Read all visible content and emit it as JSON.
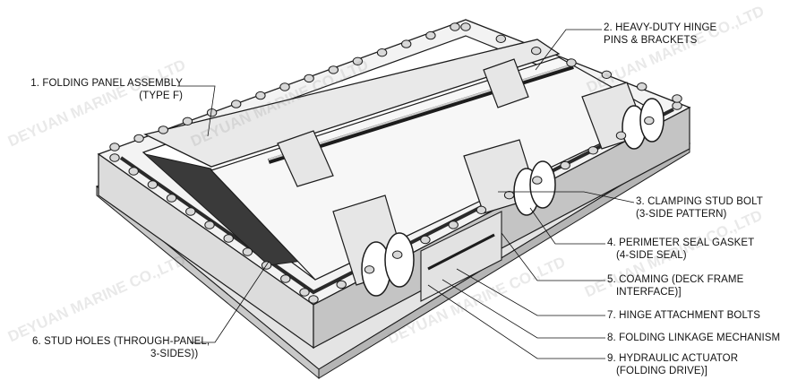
{
  "callouts": [
    {
      "id": "c1",
      "number": "1.",
      "line1": "FOLDING PANEL ASSEMBLY",
      "line2": "(TYPE F)"
    },
    {
      "id": "c2",
      "number": "2.",
      "line1": "HEAVY-DUTY HINGE",
      "line2": "PINS & BRACKETS"
    },
    {
      "id": "c3",
      "number": "3.",
      "line1": "CLAMPING STUD BOLT",
      "line2": "(3-SIDE PATTERN)"
    },
    {
      "id": "c4",
      "number": "4.",
      "line1": "PERIMETER SEAL GASKET",
      "line2": "(4-SIDE SEAL)"
    },
    {
      "id": "c5",
      "number": "5.",
      "line1": "COAMING (DECK FRAME",
      "line2": "INTERFACE)]"
    },
    {
      "id": "c6",
      "number": "6.",
      "line1": "STUD HOLES (THROUGH-PANEL,",
      "line2": "3-SIDES))"
    },
    {
      "id": "c7",
      "number": "7.",
      "line1": "HINGE ATTACHMENT BOLTS",
      "line2": ""
    },
    {
      "id": "c8",
      "number": "8.",
      "line1": "FOLDING LINKAGE MECHANISM",
      "line2": ""
    },
    {
      "id": "c9",
      "number": "9.",
      "line1": "HYDRAULIC ACTUATOR",
      "line2": "(FOLDING DRIVE)]"
    }
  ],
  "watermark": "DEYUAN MARINE CO.,LTD",
  "colors": {
    "ink": "#1c1c1c",
    "steel_light": "#efefef",
    "steel_mid": "#d6d6d6",
    "steel_dark": "#9a9a9a",
    "gasket": "#2a2a2a"
  }
}
